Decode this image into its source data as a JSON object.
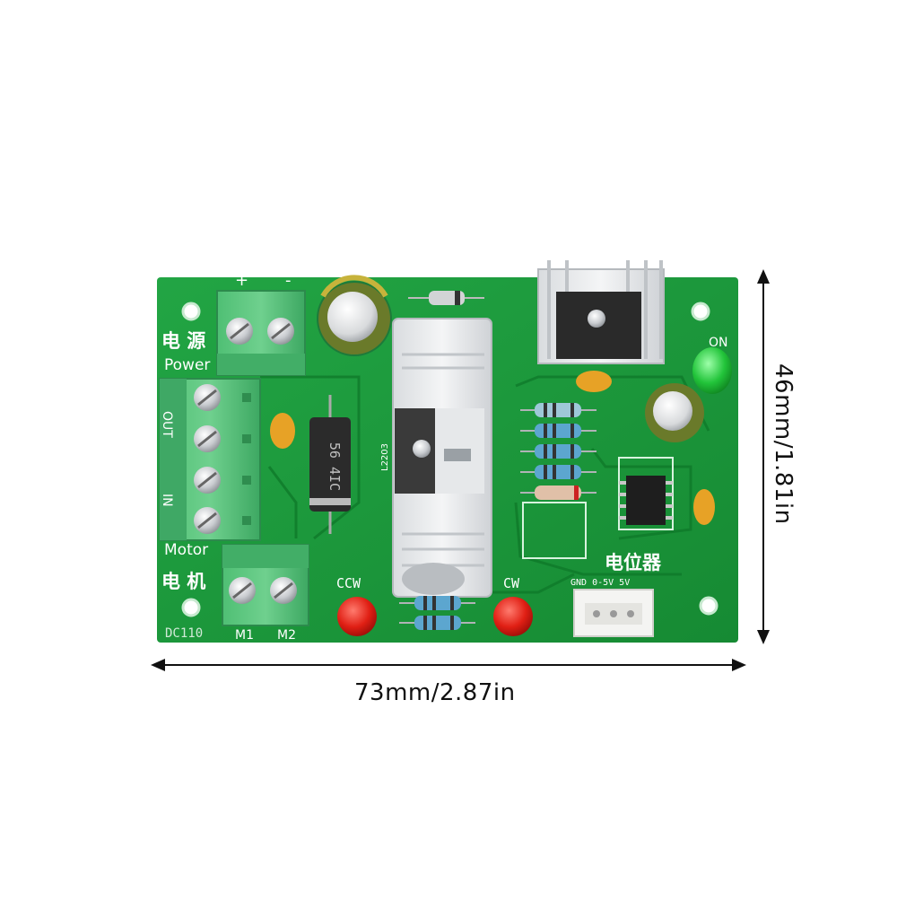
{
  "dimensions": {
    "width_label": "73mm/2.87in",
    "height_label": "46mm/1.81in"
  },
  "board": {
    "pcb_color": "#1a9a3a",
    "silkscreen": {
      "power_cn": "电 源",
      "power_en": "Power",
      "motor_en": "Motor",
      "motor_cn": "电 机",
      "model": "DC110",
      "m1": "M1",
      "m2": "M2",
      "ccw": "CCW",
      "cw": "CW",
      "on": "ON",
      "potentiometer_cn": "电位器",
      "pot_pins": "GND 0-5V 5V",
      "plus": "+",
      "minus": "-",
      "out": "OUT",
      "in": "IN",
      "regulator_part": "L2203",
      "diode_mark": "56 4IC"
    }
  }
}
